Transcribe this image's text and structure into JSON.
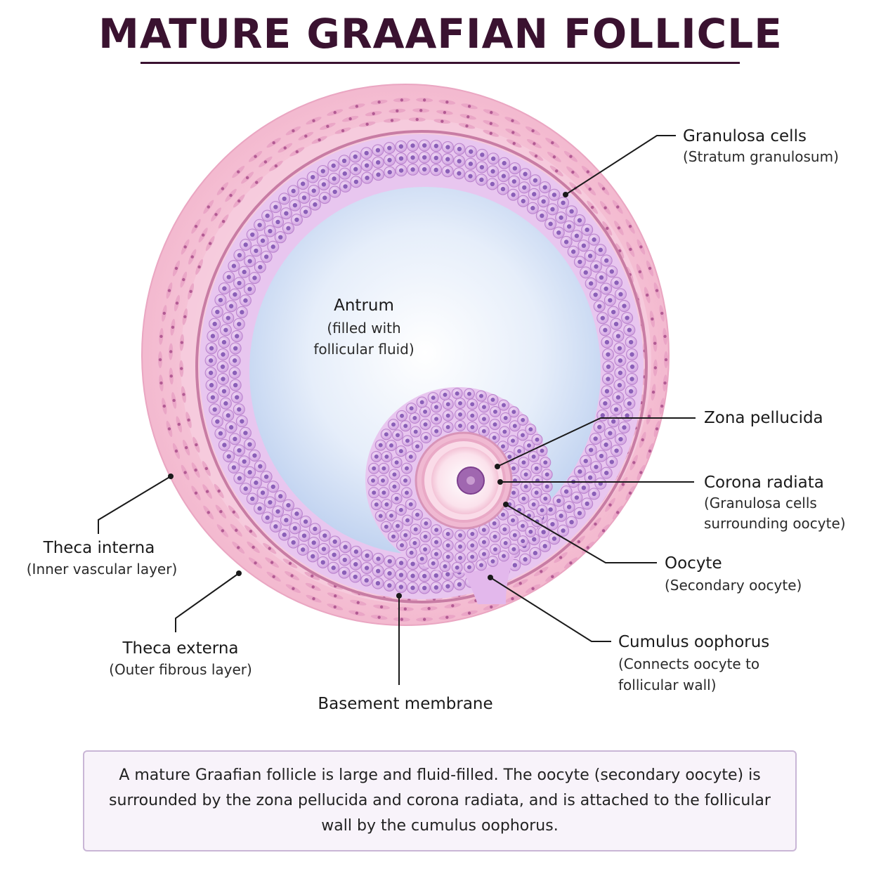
{
  "title": "MATURE GRAAFIAN FOLLICLE",
  "labels": {
    "granulosa": {
      "main": "Granulosa cells",
      "sub": [
        "(Stratum granulosum)"
      ]
    },
    "antrum": {
      "main": "Antrum",
      "sub": [
        "(filled with",
        "follicular fluid)"
      ]
    },
    "zona": {
      "main": "Zona pellucida",
      "sub": []
    },
    "corona": {
      "main": "Corona radiata",
      "sub": [
        "(Granulosa cells",
        "surrounding oocyte)"
      ]
    },
    "oocyte": {
      "main": "Oocyte",
      "sub": [
        "(Secondary oocyte)"
      ]
    },
    "cumulus": {
      "main": "Cumulus oophorus",
      "sub": [
        "(Connects oocyte to",
        "follicular wall)"
      ]
    },
    "theca_interna": {
      "main": "Theca interna",
      "sub": [
        "(Inner vascular layer)"
      ]
    },
    "theca_externa": {
      "main": "Theca externa",
      "sub": [
        "(Outer fibrous layer)"
      ]
    },
    "basement": {
      "main": "Basement membrane",
      "sub": []
    }
  },
  "caption": "A mature Graafian follicle is large and fluid-filled. The oocyte (secondary oocyte) is surrounded by the zona pellucida and corona radiata, and is attached to the follicular wall by the cumulus oophorus.",
  "colors": {
    "title": "#3a1230",
    "theca": "#f2b8cf",
    "granulosa_cell": "#dcb2e8",
    "granulosa_nucleus": "#8a5fb8",
    "antrum": "#d9e6f7",
    "oocyte": "#f9dbe6",
    "oocyte_nucleus": "#9b5aa8"
  }
}
